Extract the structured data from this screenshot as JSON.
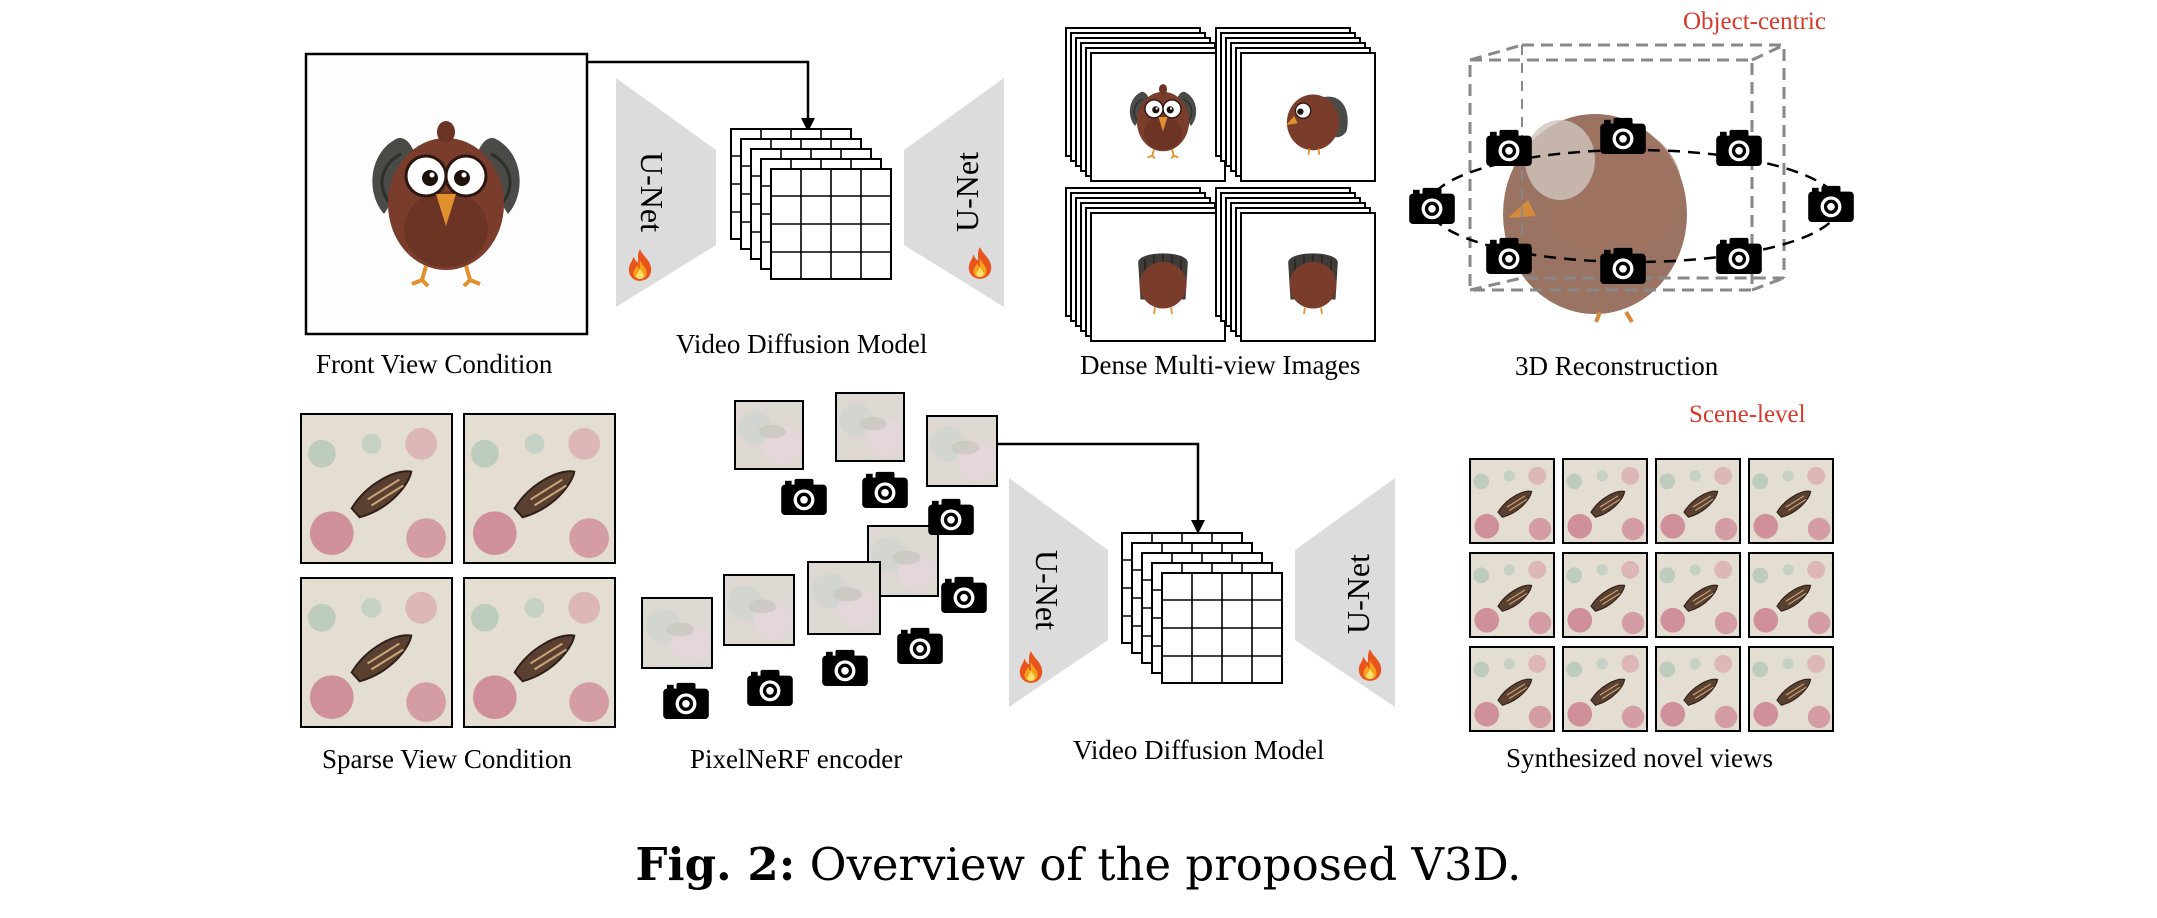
{
  "figure": {
    "caption_prefix": "Fig. 2:",
    "caption_text": " Overview of the proposed V3D."
  },
  "top_row": {
    "front_view_label": "Front View Condition",
    "video_diffusion_label": "Video Diffusion Model",
    "dense_views_label": "Dense Multi-view Images",
    "reconstruction_label": "3D Reconstruction",
    "object_centric_tag": "Object-centric",
    "unet_left_label": "U-Net",
    "unet_right_label": "U-Net"
  },
  "bottom_row": {
    "sparse_view_label": "Sparse View Condition",
    "pixelnerf_label": "PixelNeRF encoder",
    "video_diffusion_label": "Video Diffusion Model",
    "novel_views_label": "Synthesized novel views",
    "scene_level_tag": "Scene-level",
    "unet_left_label": "U-Net",
    "unet_right_label": "U-Net"
  },
  "colors": {
    "tag_red": "#d8392b",
    "unet_gray": "#dcdcdc",
    "turkey_body": "#7a3d2c",
    "feather_dark": "#4a4a46",
    "beak_orange": "#e0902c",
    "fabric_bg": "#e3ddd2",
    "flower_pink": "#c0506e"
  },
  "icons": [
    "camera-icon",
    "flame-icon",
    "turkey-image",
    "boat-image"
  ]
}
